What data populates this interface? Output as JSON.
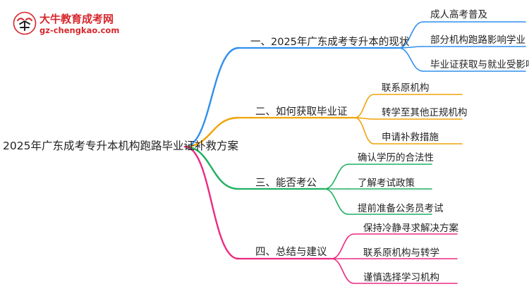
{
  "logo": {
    "title": "大牛教育成考网",
    "url": "gz-chengkao.com",
    "brand_color": "#d7262b"
  },
  "root": "2025年广东成考专升本机构跑路毕业证补救方案",
  "branches": [
    {
      "label": "一、2025年广东成考专升本的现状",
      "color": "#2f8ff0",
      "children": [
        "成人高考普及",
        "部分机构跑路影响学业",
        "毕业证获取与就业受影响"
      ]
    },
    {
      "label": "二、如何获取毕业证",
      "color": "#f0a30a",
      "children": [
        "联系原机构",
        "转学至其他正规机构",
        "申请补救措施"
      ]
    },
    {
      "label": "三、能否考公",
      "color": "#1fb060",
      "children": [
        "确认学历的合法性",
        "了解考试政策",
        "提前准备公务员考试"
      ]
    },
    {
      "label": "四、总结与建议",
      "color": "#ec2a80",
      "children": [
        "保持冷静寻求解决方案",
        "联系原机构与转学",
        "谨慎选择学习机构"
      ]
    }
  ]
}
